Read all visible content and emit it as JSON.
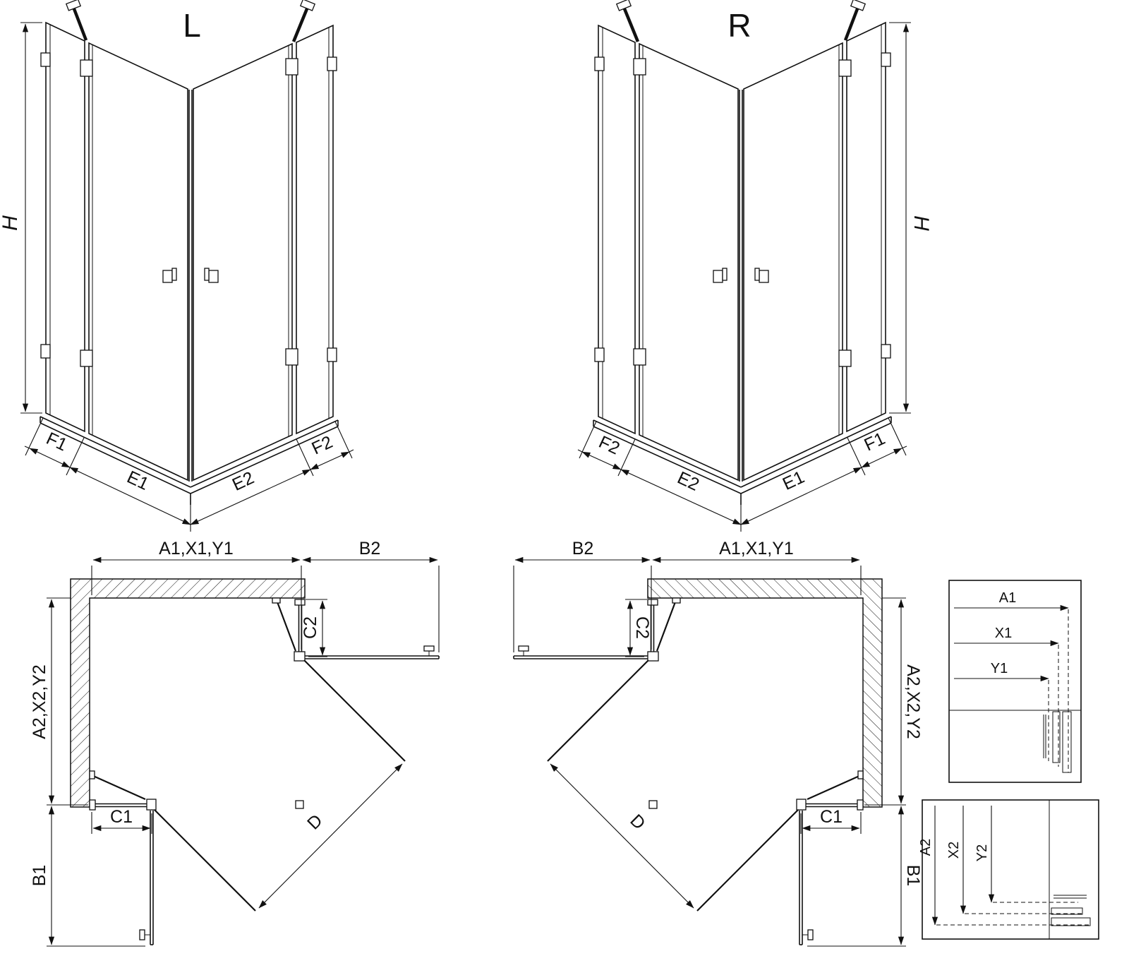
{
  "drawing": {
    "background": "#ffffff",
    "ink": "#111111",
    "perspective_left": {
      "variant": "L",
      "height": "H",
      "segments": [
        "F1",
        "E1",
        "E2",
        "F2"
      ]
    },
    "perspective_right": {
      "variant": "R",
      "height": "H",
      "segments": [
        "F2",
        "E2",
        "E1",
        "F1"
      ]
    },
    "plan_left": {
      "width_top": "A1,X1,Y1",
      "door_top": "B2",
      "depth_side": "A2,X2,Y2",
      "panel_side": "C2",
      "panel_bottom": "C1",
      "door_bottom": "B1",
      "diagonal": "D"
    },
    "plan_right": {
      "width_top": "A1,X1,Y1",
      "door_top": "B2",
      "depth_side": "A2,X2,Y2",
      "panel_side": "C2",
      "panel_bottom": "C1",
      "door_bottom": "B1",
      "diagonal": "D"
    },
    "detail_width": {
      "rows": [
        "A1",
        "X1",
        "Y1"
      ]
    },
    "detail_depth": {
      "rows": [
        "A2",
        "X2",
        "Y2"
      ]
    }
  }
}
